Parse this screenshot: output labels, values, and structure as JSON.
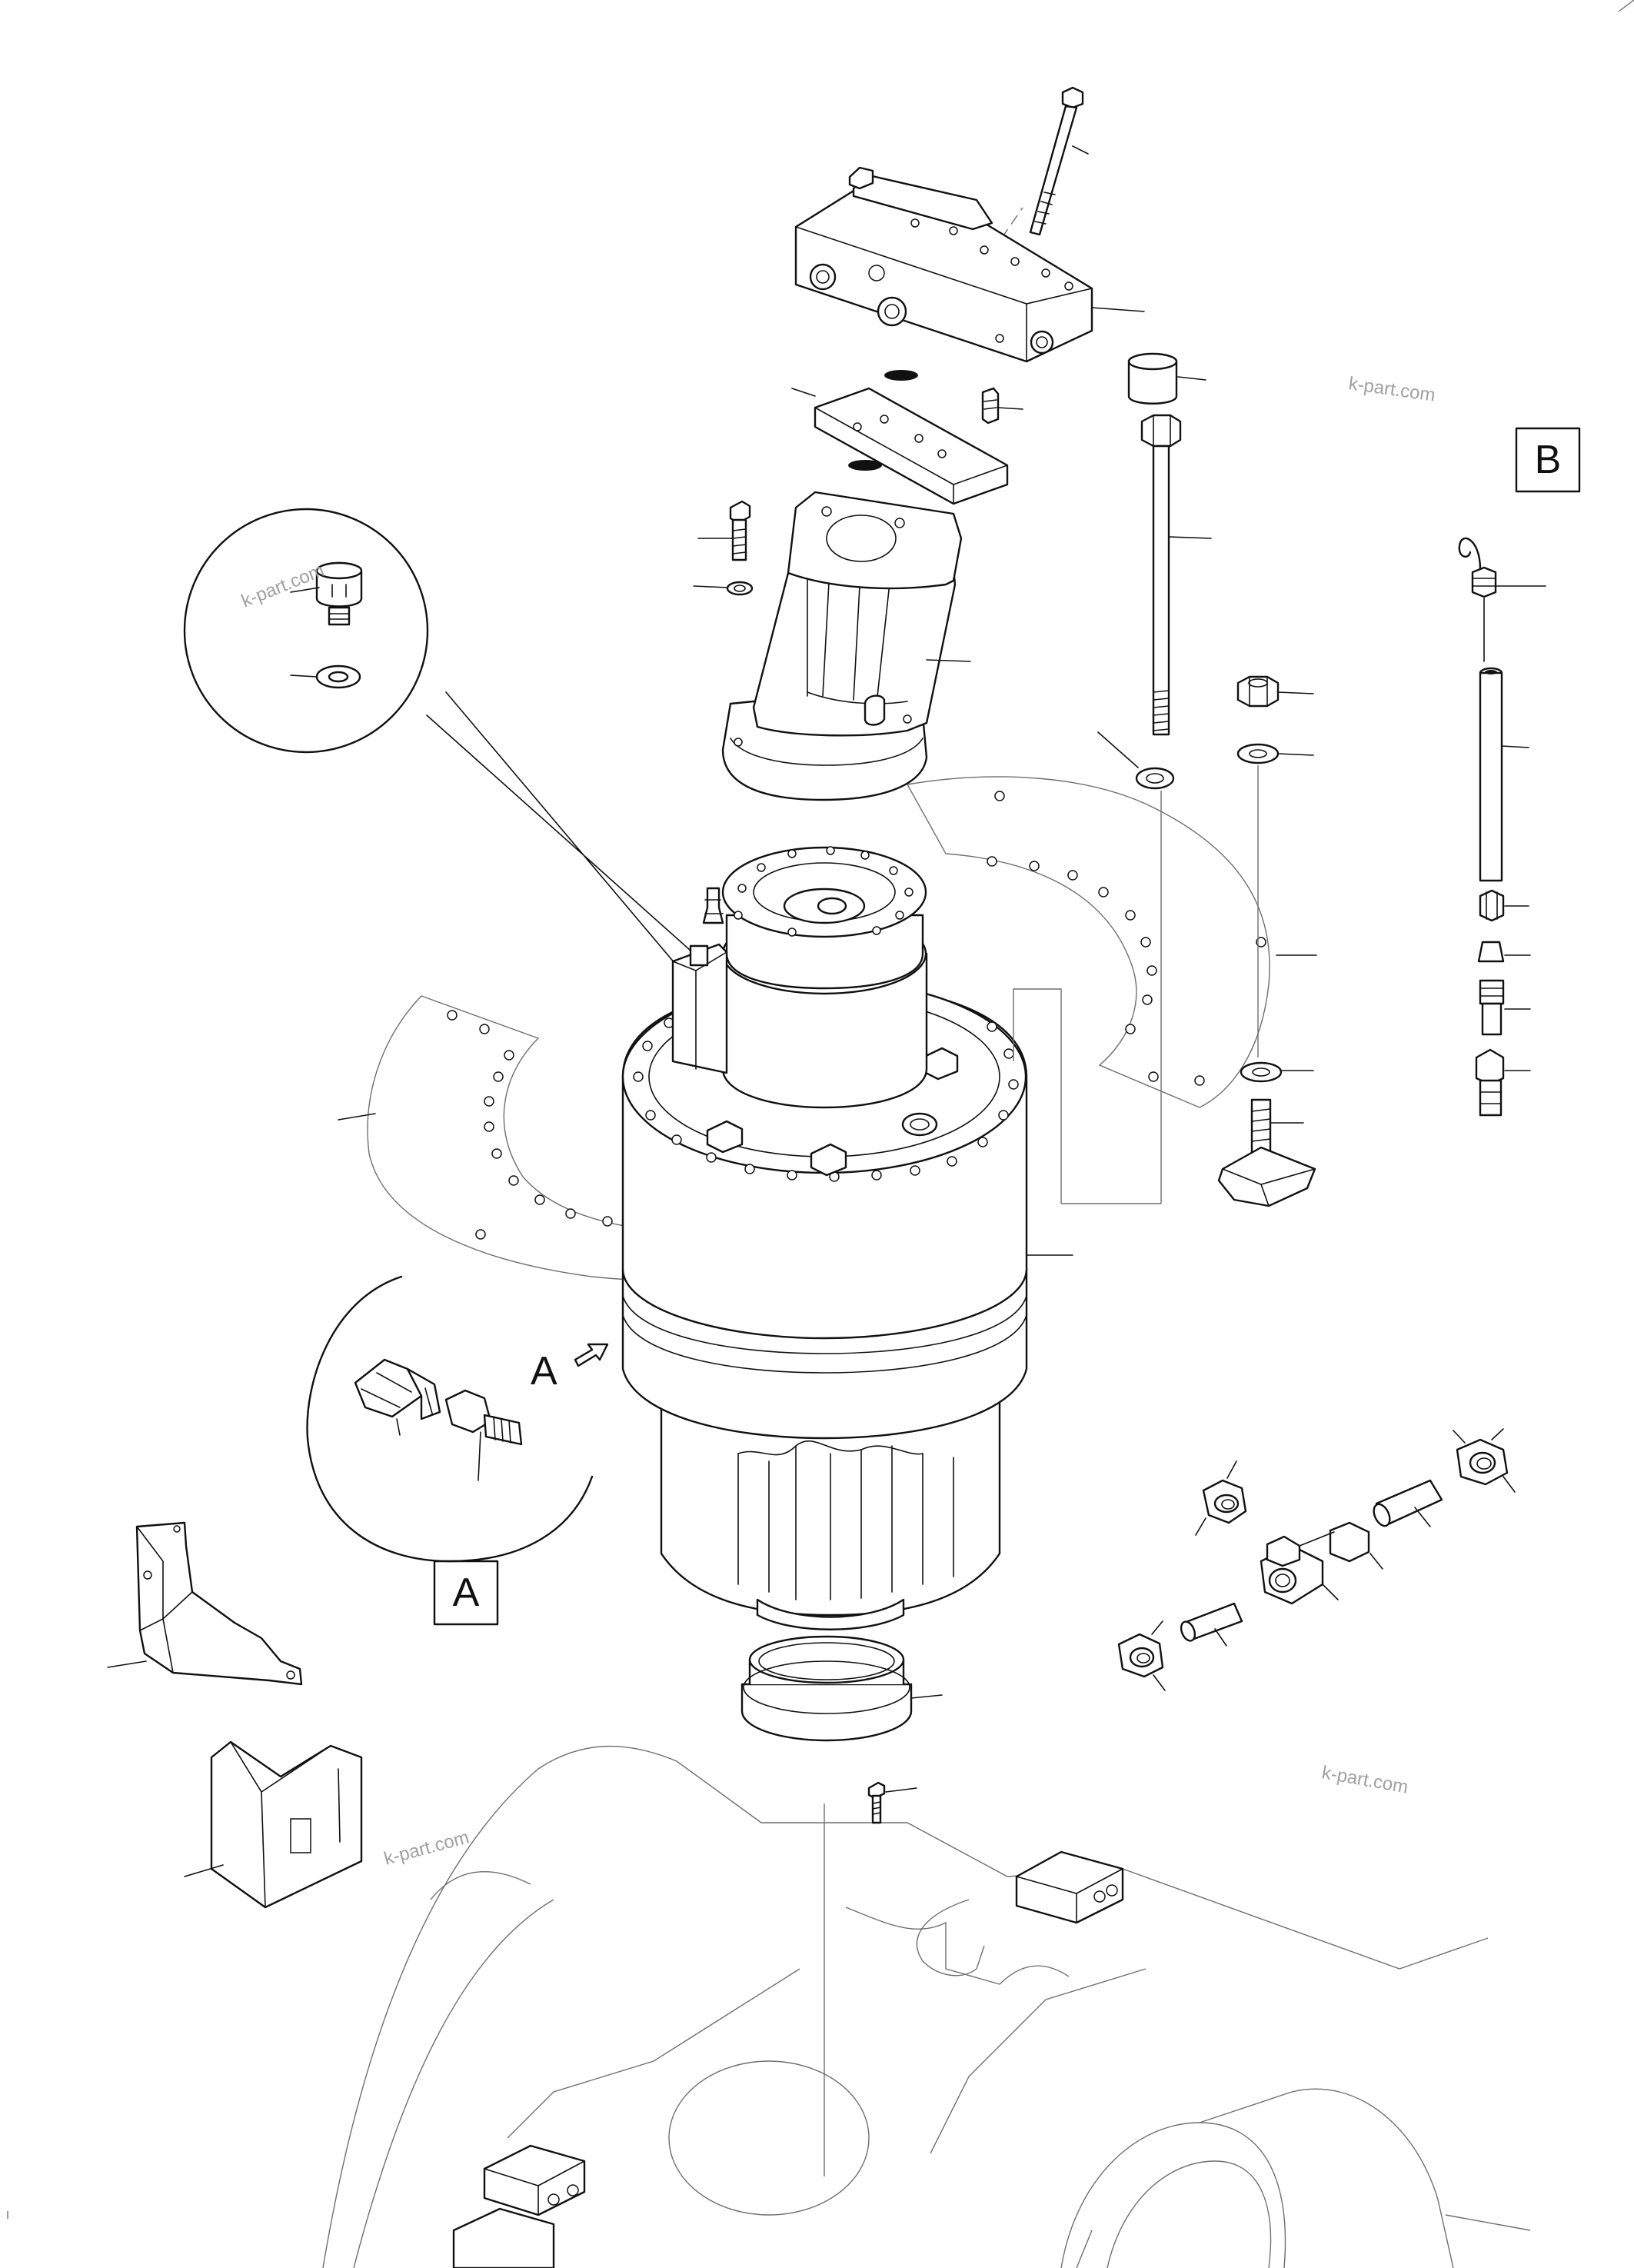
{
  "callouts": {
    "detail_a": "A",
    "detail_b": "B",
    "view_a": "A",
    "view_b": "B"
  },
  "watermarks": [
    "k-part.com",
    "k-part.com",
    "k-part.com",
    "k-part.com"
  ]
}
